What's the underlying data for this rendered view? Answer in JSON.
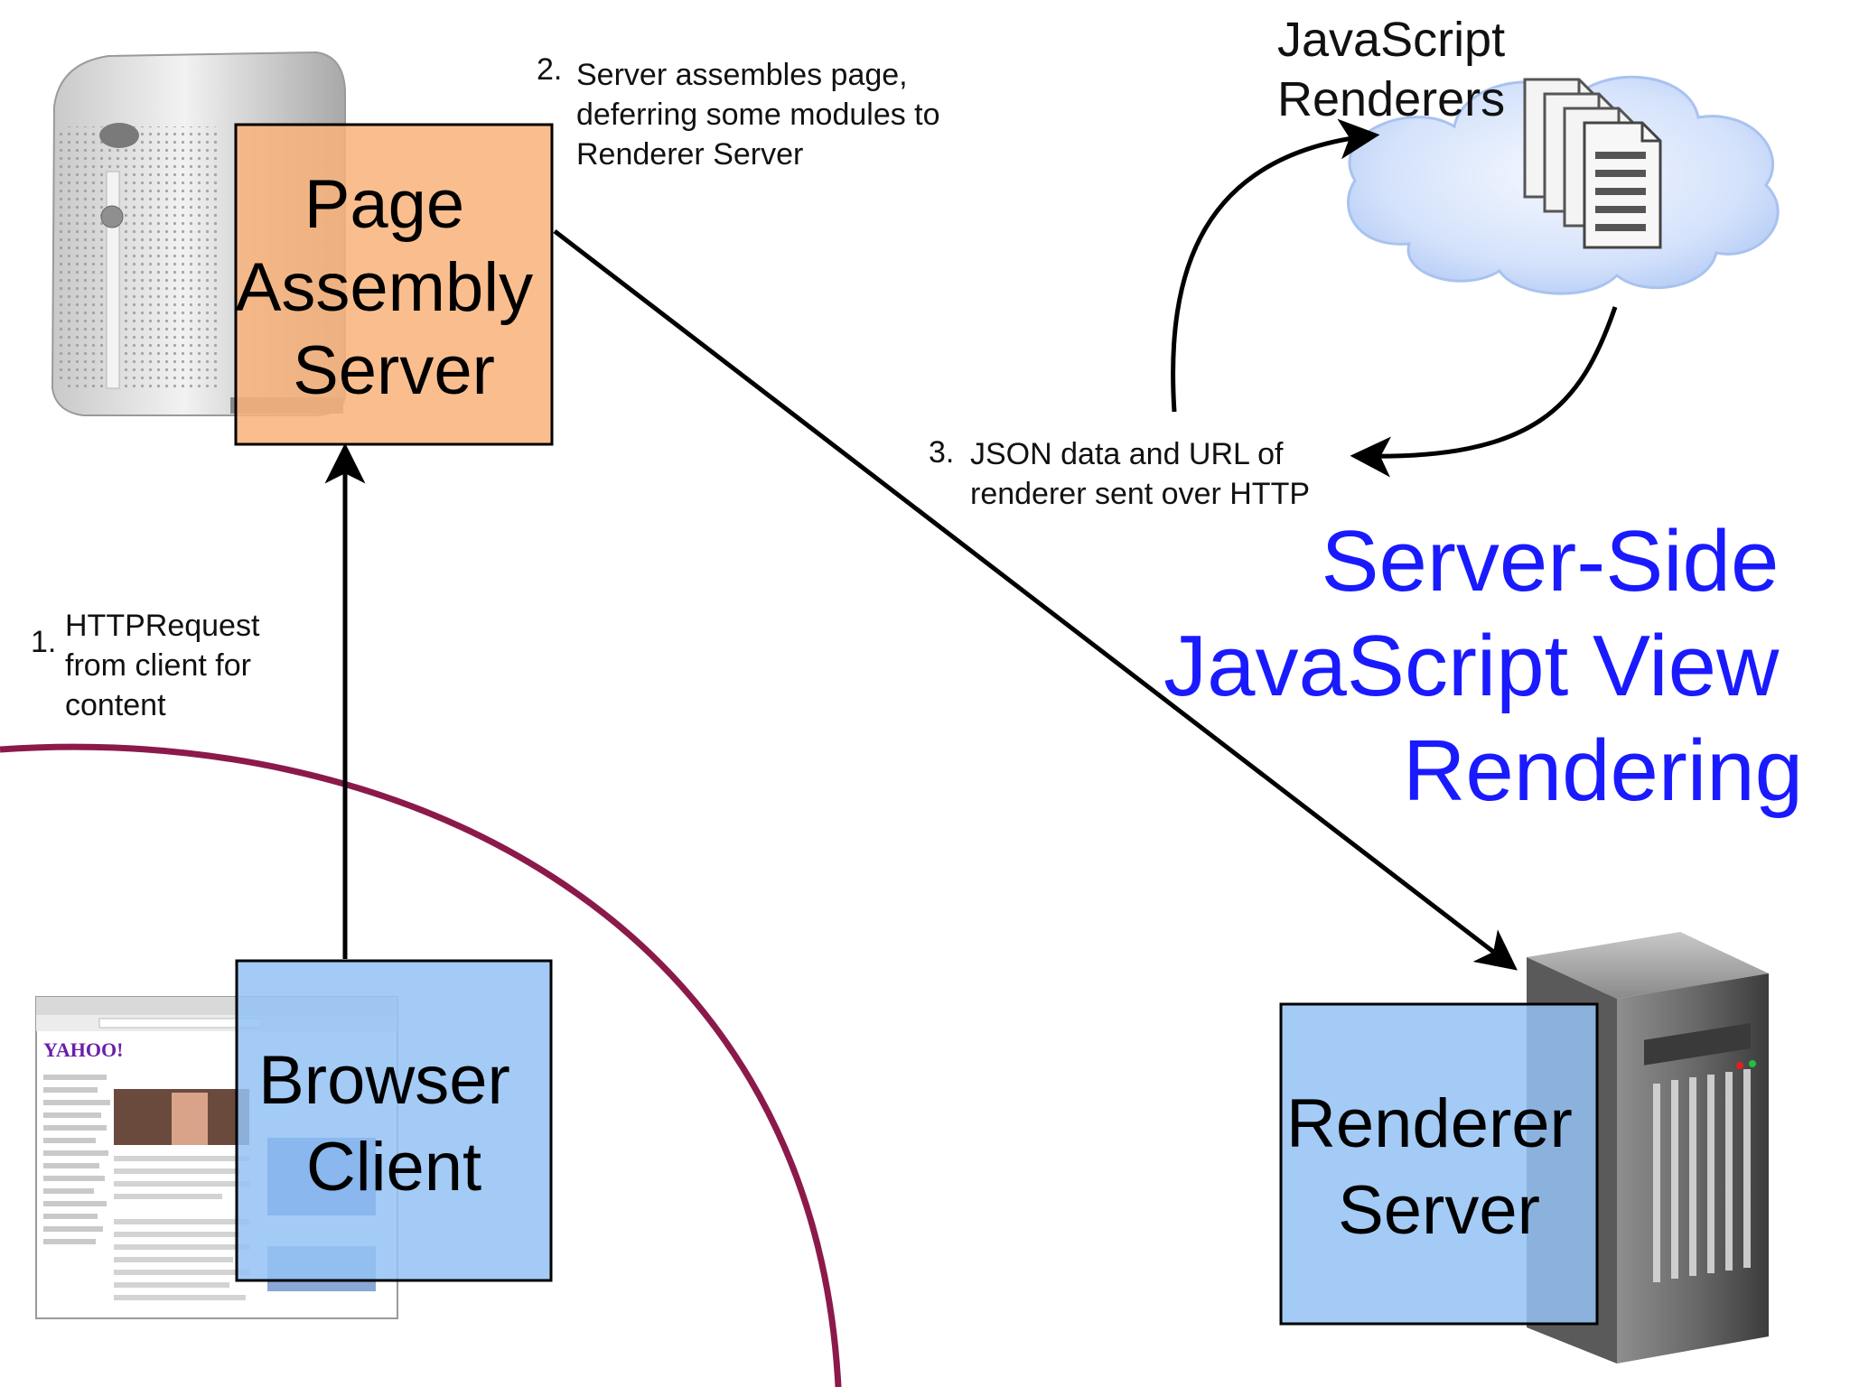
{
  "title": {
    "lines": [
      "Server-Side",
      "JavaScript View",
      "Rendering"
    ]
  },
  "nodes": {
    "page_assembly_server": {
      "lines": [
        "Page",
        "Assembly",
        "Server"
      ],
      "color": "#f9b37a"
    },
    "browser_client": {
      "lines": [
        "Browser",
        "Client"
      ],
      "color": "#93c2f5"
    },
    "renderer_server": {
      "lines": [
        "Renderer",
        "Server"
      ],
      "color": "#93c2f5"
    },
    "javascript_renderers": {
      "lines": [
        "JavaScript",
        "Renderers"
      ]
    }
  },
  "steps": [
    {
      "number": "1.",
      "lines": [
        "HTTPRequest",
        "from client for",
        "content"
      ]
    },
    {
      "number": "2.",
      "lines": [
        "Server assembles page,",
        "deferring some modules to",
        "Renderer Server"
      ]
    },
    {
      "number": "3.",
      "lines": [
        "JSON data and URL of",
        "renderer sent over HTTP"
      ]
    }
  ],
  "browser_logo": "YAHOO!",
  "colors": {
    "title": "#1a1aff",
    "boundary_arc": "#8b1a4a",
    "arrows": "#000000"
  }
}
